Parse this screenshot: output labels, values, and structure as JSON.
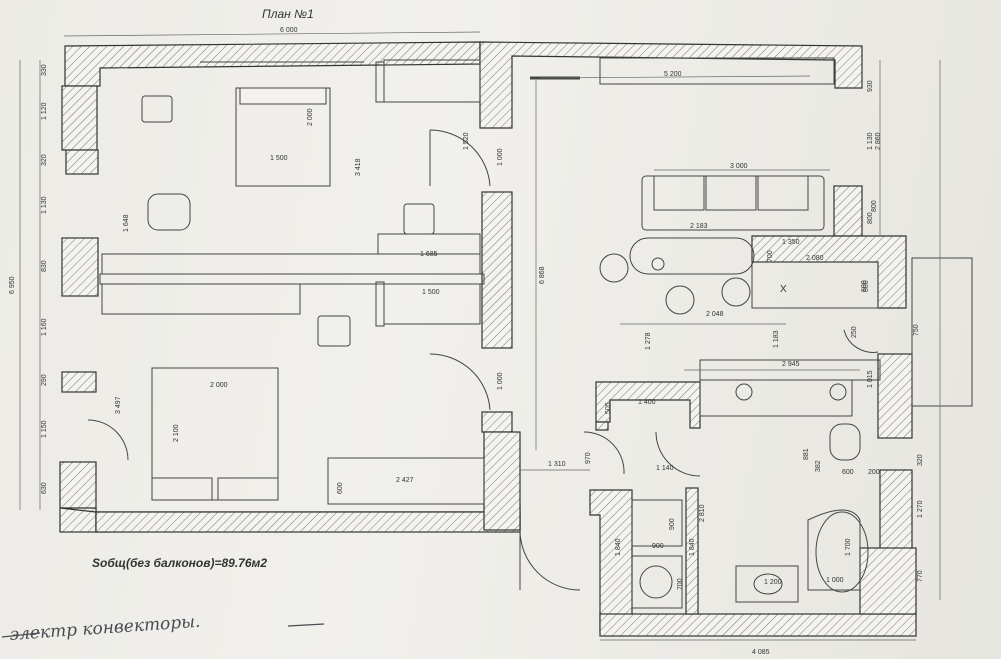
{
  "title": "План №1",
  "area_note": "Sобщ(без балконов)=89.76м2",
  "handwritten_note": "электр конвекторы.",
  "dimensions": {
    "top_left": "6 000",
    "top_right": "5 200",
    "bottom_right": "4 085",
    "left_total": "6 950",
    "left_chain": [
      "330",
      "1 120",
      "320",
      "1 130",
      "830",
      "1 160",
      "290",
      "1 150",
      "630"
    ],
    "right_chain": [
      "930",
      "1 130",
      "800",
      "600",
      "750",
      "1 015",
      "320",
      "1 270",
      "770"
    ],
    "bed_top_w": "1 500",
    "bed_top_h": "2 000",
    "room_top_h": "3 418",
    "top_desk": "1 685",
    "left_648": "1 648",
    "top_door": "1 520",
    "corridor_door": "1 000",
    "corridor_len": "6 868",
    "wardrobe": "1 500",
    "bed_bottom_w": "2 000",
    "bed_bottom_h": "2 100",
    "bottom_left_h": "3 497",
    "corridor_door_2": "1 000",
    "wardrobe_bottom": "2 427",
    "wardrobe_bottom_d": "600",
    "corridor_w": "1 310",
    "sofa": "3 000",
    "table_l": "2 183",
    "kitchen_1350": "1 350",
    "kitchen_2080": "2 080",
    "kitchen_700": "700",
    "kitchen_800": "800",
    "kitchen_2048": "2 048",
    "kitchen_1278": "1 278",
    "kitchen_1183": "1 183",
    "kitchen_2945": "2 945",
    "kitchen_250": "250",
    "kitchen_2860": "2 860",
    "kitchen_600": "600",
    "wc_1400": "1 400",
    "wc_505": "505",
    "wc_970": "970",
    "wc_1140": "1 140",
    "bath_881": "881",
    "bath_382": "382",
    "bath_600": "600",
    "bath_200": "200",
    "bath_2810": "2 810",
    "bath_1700": "1 700",
    "bath_1200": "1 200",
    "bath_1000": "1 000",
    "laundry_900a": "900",
    "laundry_900b": "900",
    "laundry_1840a": "1 840",
    "laundry_1840b": "1 840",
    "laundry_700": "700",
    "hood_x": "X"
  }
}
